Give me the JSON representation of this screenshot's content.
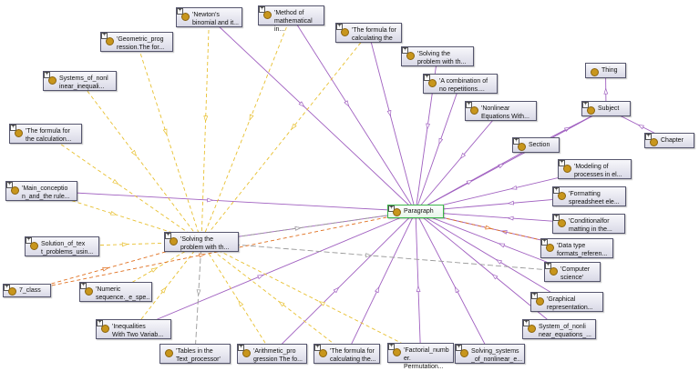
{
  "colors": {
    "subclass_edge": "#a060c0",
    "property_edge": "#e8c030",
    "other_edge": "#999999",
    "orange_edge": "#e07020",
    "highlight_border": "#3ab54a"
  },
  "nodes": {
    "thing": {
      "label": "Thing",
      "icon": "class-icon"
    },
    "subject": {
      "label": "Subject",
      "icon": "class-icon"
    },
    "chapter": {
      "label": "Chapter",
      "icon": "class-icon"
    },
    "section": {
      "label": "Section",
      "icon": "class-icon"
    },
    "paragraph": {
      "label": "Paragraph",
      "icon": "class-icon"
    },
    "solving_main": {
      "label": "'Solving the\nproblem with th...",
      "icon": "individual-icon"
    },
    "newtons": {
      "label": "'Newton's\nbinomial and it...",
      "icon": "individual-icon"
    },
    "method_math": {
      "label": "'Method of\nmathematical in...",
      "icon": "individual-icon"
    },
    "geometric": {
      "label": "'Geometric_prog\nression.The for...",
      "icon": "individual-icon"
    },
    "formula_calc_top": {
      "label": "'The formula for\ncalculating the",
      "icon": "individual-icon"
    },
    "solving_top": {
      "label": "'Solving the\nproblem with th...",
      "icon": "individual-icon"
    },
    "systems_nonlinear": {
      "label": "Systems_of_nonl\ninear_inequali...",
      "icon": "individual-icon"
    },
    "combination": {
      "label": "'A combination of\nno repetitions....",
      "icon": "individual-icon"
    },
    "nonlinear_eq": {
      "label": "'Nonlinear\nEquations With...",
      "icon": "individual-icon"
    },
    "formula_calc_left": {
      "label": "'The formula for\nthe calculation...",
      "icon": "individual-icon"
    },
    "modeling": {
      "label": "'Modeling of\nprocesses in el...",
      "icon": "individual-icon"
    },
    "main_conception": {
      "label": "'Main_conceptio\nn_and_the rule...",
      "icon": "individual-icon"
    },
    "formatting": {
      "label": "'Formatting\nspreadsheet ele...",
      "icon": "individual-icon"
    },
    "conditional": {
      "label": "'Conditionalfor\nmatting in the...",
      "icon": "individual-icon"
    },
    "solution_text": {
      "label": "Solution_of_tex\nt_problems_usin...",
      "icon": "individual-icon"
    },
    "data_type": {
      "label": "'Data type\nformats_referen...",
      "icon": "individual-icon"
    },
    "class7": {
      "label": "7_class",
      "icon": "individual-icon"
    },
    "numeric_seq": {
      "label": "'Numeric\nsequence._e_spe...",
      "icon": "individual-icon"
    },
    "computer_science": {
      "label": "'Computer\nscience'",
      "icon": "individual-icon"
    },
    "graphical": {
      "label": "'Graphical\nrepresentation...",
      "icon": "individual-icon"
    },
    "inequalities": {
      "label": "'Inequalities\nWith Two Variab...",
      "icon": "individual-icon"
    },
    "system_nonlinear_eq": {
      "label": "System_of_nonli\nnear_equations_...",
      "icon": "individual-icon"
    },
    "tables": {
      "label": "'Tables in the\nText_processor'",
      "icon": "individual-icon"
    },
    "arithmetic": {
      "label": "'Arithmetic_pro\ngression The fo...",
      "icon": "individual-icon"
    },
    "formula_calc_bottom": {
      "label": "'The formula for\ncalculating the...",
      "icon": "individual-icon"
    },
    "factorial": {
      "label": "'Factorial_numb\ner. Permutation...",
      "icon": "individual-icon"
    },
    "solving_systems": {
      "label": "Solving_systems\n_of_nonlinear_e...",
      "icon": "individual-icon"
    }
  }
}
